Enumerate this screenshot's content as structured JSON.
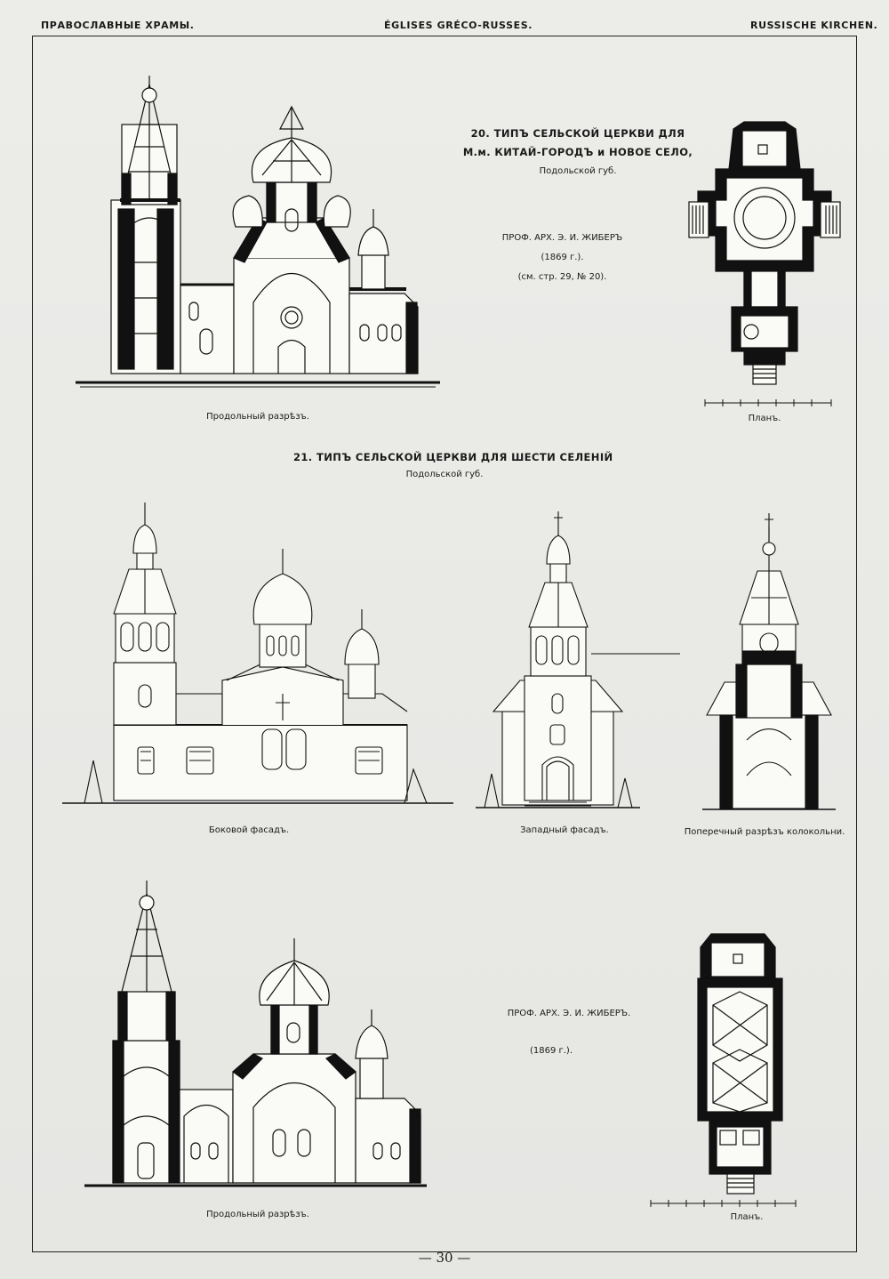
{
  "header": {
    "left": "ПРАВОСЛАВНЫЕ ХРАМЫ.",
    "center": "ÉGLISES GRÉCO-RUSSES.",
    "right": "RUSSISCHE KIRCHEN."
  },
  "section20": {
    "title_line1": "20. ТИПЪ СЕЛЬСКОЙ ЦЕРКВИ ДЛЯ",
    "title_line2": "М.м. КИТАЙ-ГОРОДЪ и НОВОЕ СЕЛО,",
    "region": "Подольской губ.",
    "architect": "ПРОФ. АРХ. Э. И. ЖИБЕРЪ",
    "year": "(1869 г.).",
    "ref": "(см. стр. 29, № 20).",
    "caption_section": "Продольный разрѣзъ.",
    "caption_plan": "Планъ."
  },
  "section21": {
    "title": "21. ТИПЪ СЕЛЬСКОЙ ЦЕРКВИ ДЛЯ ШЕСТИ СЕЛЕНІЙ",
    "region": "Подольской губ.",
    "caption_side": "Боковой фасадъ.",
    "caption_west": "Западный фасадъ.",
    "caption_bell": "Поперечный разрѣзъ колокольни.",
    "architect": "ПРОФ. АРХ. Э. И. ЖИБЕРЪ.",
    "year": "(1869 г.).",
    "caption_section": "Продольный разрѣзъ.",
    "caption_plan": "Планъ."
  },
  "page_number": "— 30 —"
}
